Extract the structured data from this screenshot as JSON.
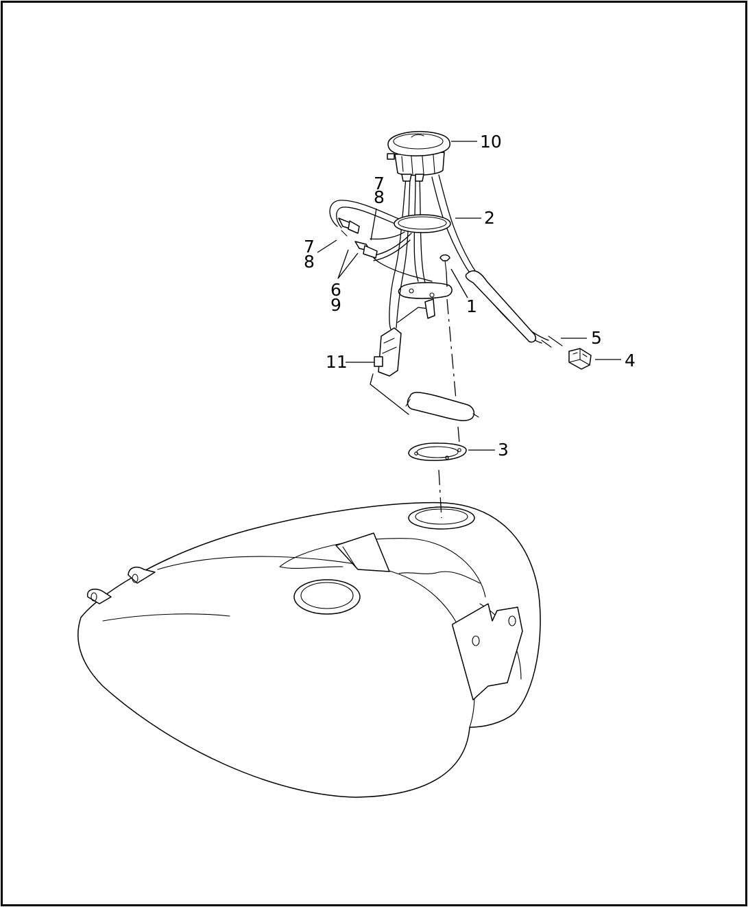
{
  "callouts": {
    "c1": "1",
    "c2": "2",
    "c3": "3",
    "c4": "4",
    "c5": "5",
    "c6a": "6",
    "c9a": "9",
    "c7a": "7",
    "c8a": "8",
    "c7b": "7",
    "c8b": "8",
    "c10": "10",
    "c11": "11"
  },
  "colors": {
    "line": "#000000",
    "background": "#ffffff"
  }
}
